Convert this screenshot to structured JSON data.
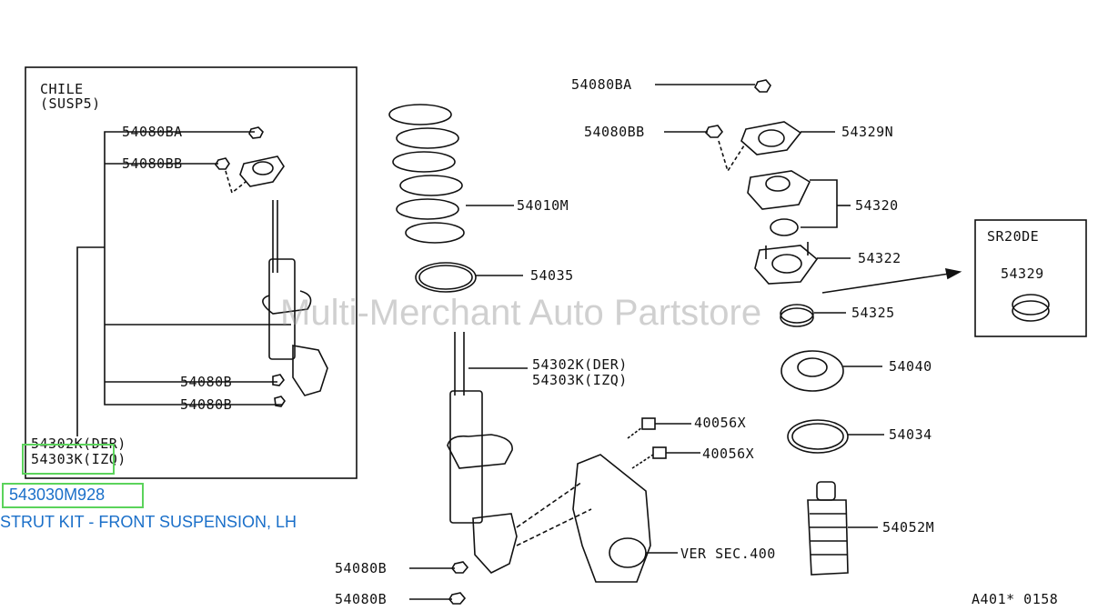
{
  "inset": {
    "title_line1": "CHILE",
    "title_line2": "(SUSP5)",
    "labels": {
      "nut_top": "54080BA",
      "nut_second": "54080BB",
      "bolt_upper": "54080B",
      "bolt_lower": "54080B",
      "strut_der": "54302K(DER)",
      "strut_izq": "54303K(IZQ)"
    }
  },
  "main_labels": {
    "nut_top": "54080BA",
    "nut_second": "54080BB",
    "mount_plate": "54329N",
    "spring": "54010M",
    "mount_assembly": "54320",
    "spring_seat_ring": "54035",
    "upper_seat": "54322",
    "bearing": "54325",
    "strut_der": "54302K(DER)",
    "strut_izq": "54303K(IZQ)",
    "spring_seat": "54040",
    "bolt_upper": "40056X",
    "bolt_lower": "40056X",
    "rubber_seat": "54034",
    "bump_stop": "54052M",
    "knuckle_ref": "VER SEC.400",
    "bottom_bolt_1": "54080B",
    "bottom_bolt_2": "54080B"
  },
  "sr20de": {
    "title": "SR20DE",
    "part": "54329"
  },
  "diagram_code": "A401* 0158",
  "watermark": "Multi-Merchant Auto Partstore",
  "selection": {
    "part_number": "543030M928",
    "description": "STRUT KIT - FRONT SUSPENSION, LH"
  },
  "colors": {
    "highlight_border": "#5bd35b",
    "link_text": "#1a6fc9",
    "line_art": "#111111"
  }
}
